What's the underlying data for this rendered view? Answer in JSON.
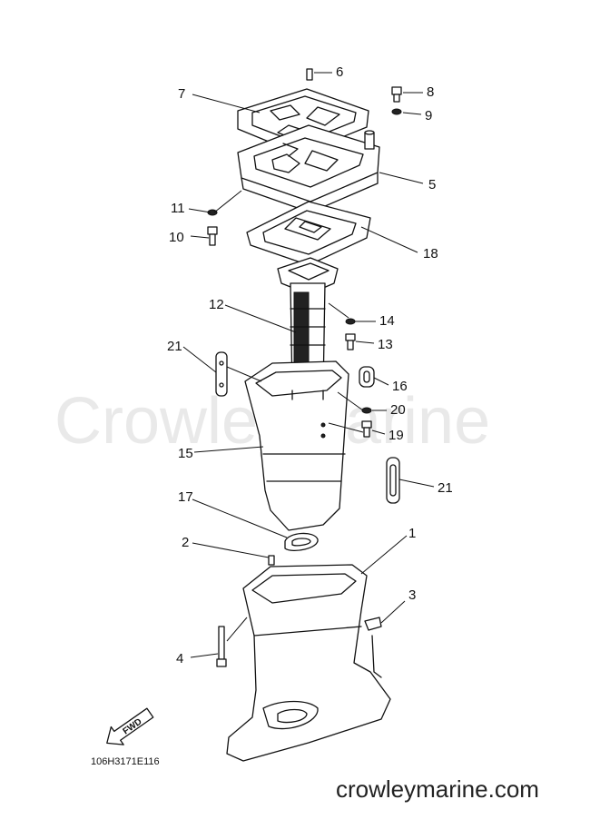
{
  "diagram": {
    "watermark": "CrowleyMarine",
    "diagram_code": "106H3171E116",
    "footer_site": "crowleymarine.com",
    "direction_label": "FWD",
    "callouts": {
      "c1": "1",
      "c2": "2",
      "c3": "3",
      "c4": "4",
      "c5": "5",
      "c6": "6",
      "c7": "7",
      "c8": "8",
      "c9": "9",
      "c10": "10",
      "c11": "11",
      "c12": "12",
      "c13": "13",
      "c14": "14",
      "c15": "15",
      "c16": "16",
      "c17": "17",
      "c18": "18",
      "c19": "19",
      "c20": "20",
      "c21a": "21",
      "c21b": "21"
    }
  }
}
